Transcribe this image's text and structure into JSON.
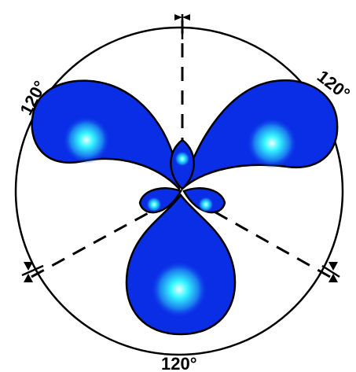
{
  "diagram": {
    "angle_labels": {
      "top_left": "120°",
      "top_right": "120°",
      "bottom": "120°"
    },
    "colors": {
      "lobe_fill": "#0a2ee6",
      "lobe_edge": "#000000",
      "lobe_core": "#33f5ff",
      "outline": "#000000"
    }
  }
}
